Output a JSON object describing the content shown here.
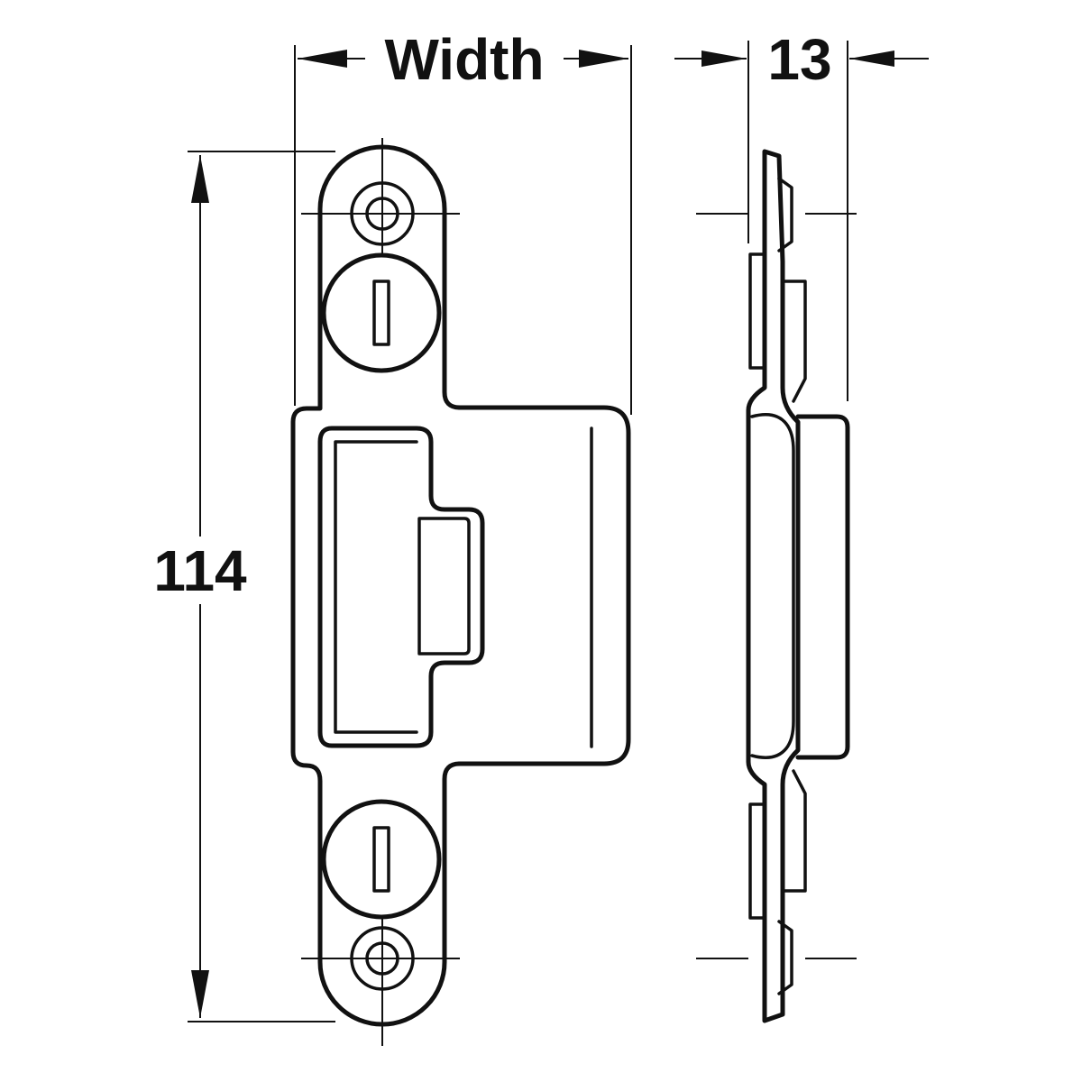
{
  "dimensions": {
    "width_label": "Width",
    "depth_label": "13",
    "height_label": "114"
  },
  "colors": {
    "line": "#111111",
    "background": "#ffffff"
  }
}
